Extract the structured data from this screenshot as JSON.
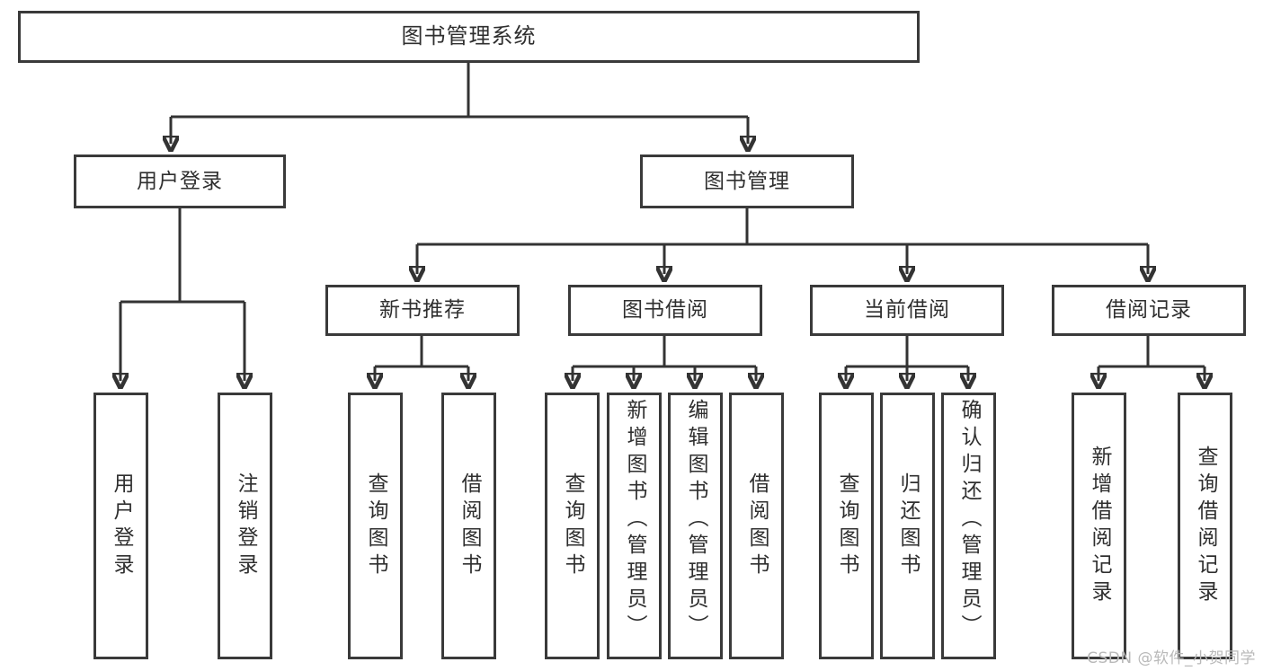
{
  "diagram": {
    "type": "tree-hierarchy-chart",
    "title": "图书管理系统",
    "root": {
      "label": "图书管理系统"
    },
    "level2": [
      {
        "label": "用户登录"
      },
      {
        "label": "图书管理"
      }
    ],
    "level3": [
      {
        "label": "新书推荐"
      },
      {
        "label": "图书借阅"
      },
      {
        "label": "当前借阅"
      },
      {
        "label": "借阅记录"
      }
    ],
    "leaves": {
      "user_login": [
        {
          "label": "用户登录"
        },
        {
          "label": "注销登录"
        }
      ],
      "new_book_recommend": [
        {
          "label": "查询图书"
        },
        {
          "label": "借阅图书"
        }
      ],
      "book_borrow": [
        {
          "label": "查询图书"
        },
        {
          "label": "新增图书（管理员）"
        },
        {
          "label": "编辑图书（管理员）"
        },
        {
          "label": "借阅图书"
        }
      ],
      "current_borrow": [
        {
          "label": "查询图书"
        },
        {
          "label": "归还图书"
        },
        {
          "label": "确认归还（管理员）"
        }
      ],
      "borrow_record": [
        {
          "label": "新增借阅记录"
        },
        {
          "label": "查询借阅记录"
        }
      ]
    }
  },
  "watermark": {
    "text": "CSDN @软件_小贺同学"
  },
  "colors": {
    "box_border": "#3a3a3a",
    "line": "#333333",
    "text": "#2f2f2f",
    "background": "#ffffff",
    "watermark": "#b9b9b9"
  }
}
